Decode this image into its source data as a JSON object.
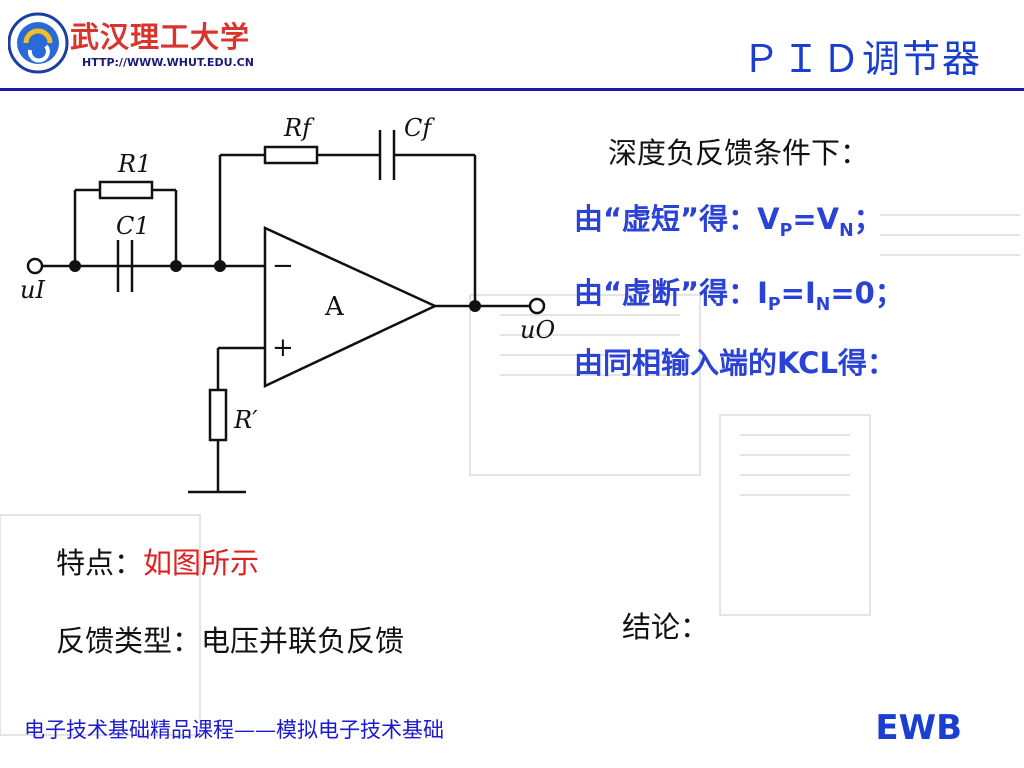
{
  "header": {
    "school_name": "武汉理工大学",
    "school_url": "HTTP://WWW.WHUT.EDU.CN",
    "title": "ＰＩＤ调节器"
  },
  "circuit": {
    "labels": {
      "rf": "Rf",
      "cf": "Cf",
      "r1": "R1",
      "c1": "C1",
      "ui": "uI",
      "uo": "uO",
      "amp": "A",
      "minus": "−",
      "plus": "+",
      "rp": "R′"
    }
  },
  "conditions": {
    "title": "深度负反馈条件下：",
    "line1_prefix": "由“虚短”得：V",
    "line1_sub1": "P",
    "line1_mid": "=V",
    "line1_sub2": "N",
    "line1_end": "；",
    "line2_prefix": "由“虚断”得：I",
    "line2_sub1": "P",
    "line2_mid": "=I",
    "line2_sub2": "N",
    "line2_end": "=0；",
    "line3": "由同相输入端的KCL得："
  },
  "features": {
    "label": "特点：",
    "value": "如图所示"
  },
  "feedback": {
    "text": "反馈类型：电压并联负反馈"
  },
  "conclusion": {
    "label": "结论："
  },
  "footer": {
    "course": "电子技术基础精品课程——模拟电子技术基础",
    "tag": "EWB"
  },
  "colors": {
    "title_blue": "#1a3fd0",
    "text_blue": "#2a42d6",
    "highlight_red": "#e02020",
    "rule_blue": "#1a1aa8"
  }
}
